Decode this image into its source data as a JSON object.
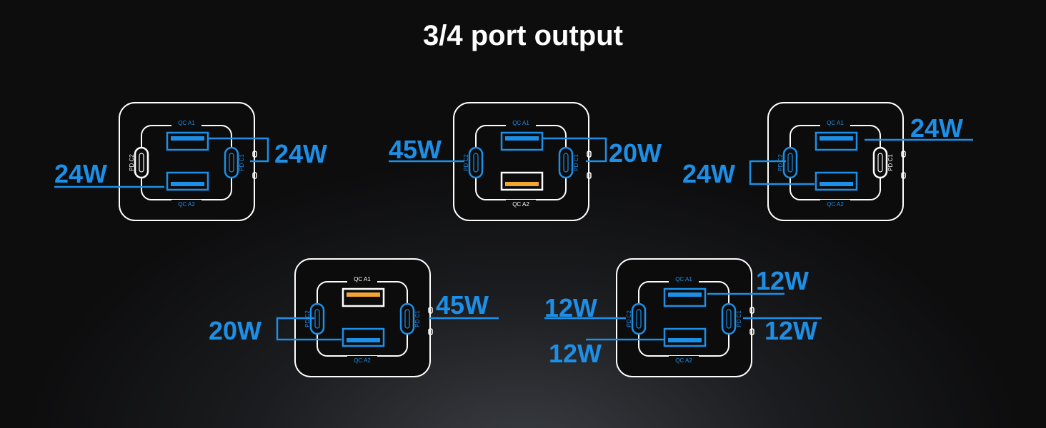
{
  "title": "3/4 port output",
  "colors": {
    "active": "#1e8fe6",
    "idle": "#ffffff",
    "orange": "#f3a531"
  },
  "port_labels": {
    "A1": "QC A1",
    "A2": "QC A2",
    "C1": "PD C1",
    "C2": "PD C2"
  },
  "chargers": [
    {
      "ports": {
        "A1": "active",
        "A2": "active",
        "C1": "active",
        "C2": "idle"
      },
      "callouts": [
        "24W",
        "24W"
      ]
    },
    {
      "ports": {
        "A1": "active",
        "A2": "orange",
        "C1": "active",
        "C2": "active"
      },
      "callouts": [
        "45W",
        "20W"
      ]
    },
    {
      "ports": {
        "A1": "active",
        "A2": "active",
        "C1": "idle",
        "C2": "active"
      },
      "callouts": [
        "24W",
        "24W"
      ]
    },
    {
      "ports": {
        "A1": "orange",
        "A2": "active",
        "C1": "active",
        "C2": "active"
      },
      "callouts": [
        "45W",
        "20W"
      ]
    },
    {
      "ports": {
        "A1": "active",
        "A2": "active",
        "C1": "active",
        "C2": "active"
      },
      "callouts": [
        "12W",
        "12W",
        "12W",
        "12W"
      ]
    }
  ]
}
